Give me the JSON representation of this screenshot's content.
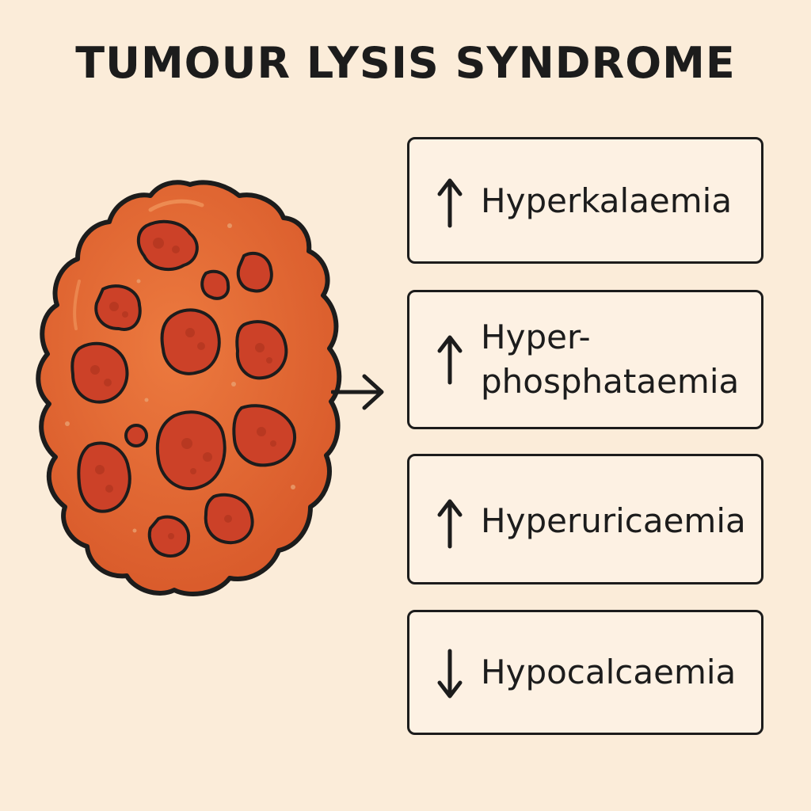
{
  "title": "TUMOUR LYSIS SYNDROME",
  "effects": [
    {
      "direction": "up",
      "icon": "up-arrow-icon",
      "lines": [
        "Hyperkalaemia"
      ]
    },
    {
      "direction": "up",
      "icon": "up-arrow-icon",
      "lines": [
        "Hyper-",
        "phosphataemia"
      ]
    },
    {
      "direction": "up",
      "icon": "up-arrow-icon",
      "lines": [
        "Hyperuricaemia"
      ]
    },
    {
      "direction": "down",
      "icon": "down-arrow-icon",
      "lines": [
        "Hypocalcaemia"
      ]
    }
  ],
  "colors": {
    "background": "#fbecd9",
    "tumour_fill": "#e06a33",
    "tumour_nodule": "#cc4128",
    "outline": "#1c1c1c"
  }
}
